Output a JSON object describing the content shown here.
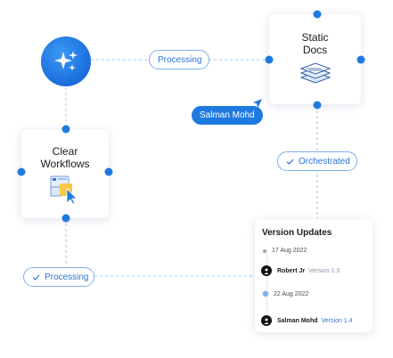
{
  "hub": {
    "icon": "sparkles-icon"
  },
  "edges": {
    "top_label": "Processing",
    "right_label": "Orchestrated",
    "bottom_label": "Processing"
  },
  "cards": {
    "static_docs": {
      "title_line1": "Static",
      "title_line2": "Docs",
      "icon": "document-stack-icon"
    },
    "clear_workflows": {
      "title_line1": "Clear",
      "title_line2": "Workflows",
      "icon": "workflow-cursor-icon"
    }
  },
  "user_tag": {
    "name": "Salman Mohd"
  },
  "version_updates": {
    "title": "Version Updates",
    "entries": [
      {
        "date": "17 Aug 2022",
        "author": "Robert Jr",
        "version": "Version 1.3"
      },
      {
        "date": "22 Aug 2022",
        "author": "Salman Mohd",
        "version": "Version 1.4"
      }
    ]
  },
  "colors": {
    "accent": "#1f7ae0",
    "pill_border": "#7fb0ec",
    "connector": "#9ccaf4"
  }
}
